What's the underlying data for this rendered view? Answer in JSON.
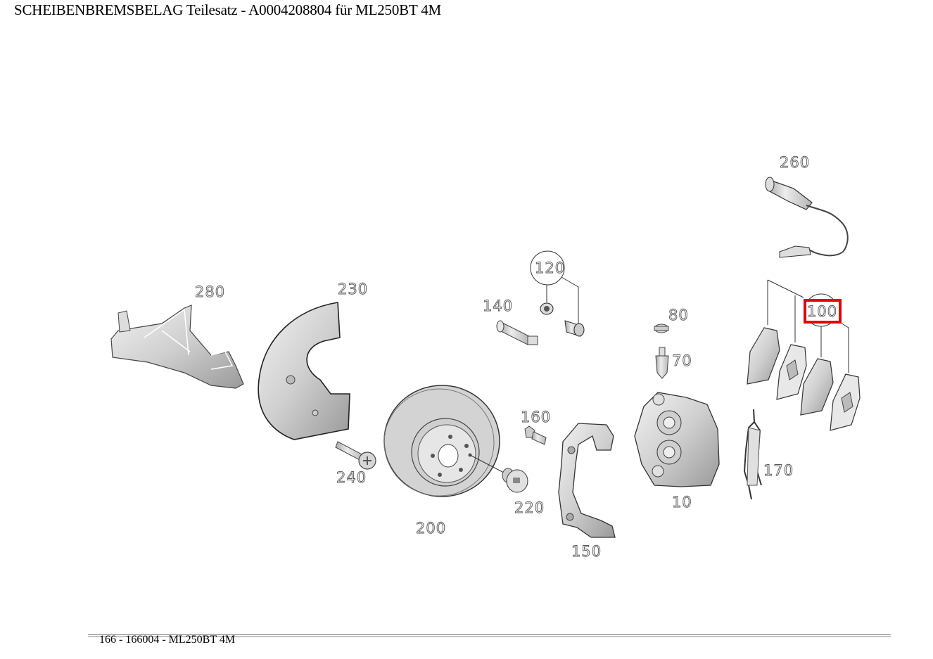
{
  "header": {
    "title": "SCHEIBENBREMSBELAG Teilesatz - A0004208804 für ML250BT 4M"
  },
  "diagram": {
    "highlighted_callout": "100",
    "highlight_color": "#e60000",
    "callouts": [
      {
        "id": "10",
        "label": "10",
        "part": "brake-caliper"
      },
      {
        "id": "70",
        "label": "70",
        "part": "bleeder-valve"
      },
      {
        "id": "80",
        "label": "80",
        "part": "dust-cap"
      },
      {
        "id": "100",
        "label": "100",
        "part": "brake-pad-set",
        "highlighted": true
      },
      {
        "id": "120",
        "label": "120",
        "part": "guide-bushing-set"
      },
      {
        "id": "140",
        "label": "140",
        "part": "guide-pin"
      },
      {
        "id": "150",
        "label": "150",
        "part": "caliper-carrier"
      },
      {
        "id": "160",
        "label": "160",
        "part": "carrier-bolt"
      },
      {
        "id": "170",
        "label": "170",
        "part": "retaining-spring"
      },
      {
        "id": "200",
        "label": "200",
        "part": "brake-disc"
      },
      {
        "id": "220",
        "label": "220",
        "part": "disc-screw"
      },
      {
        "id": "230",
        "label": "230",
        "part": "splash-shield"
      },
      {
        "id": "240",
        "label": "240",
        "part": "shield-screw"
      },
      {
        "id": "260",
        "label": "260",
        "part": "wear-sensor"
      },
      {
        "id": "280",
        "label": "280",
        "part": "air-duct"
      }
    ]
  },
  "footer": {
    "text": "166 - 166004 - ML250BT 4M"
  }
}
